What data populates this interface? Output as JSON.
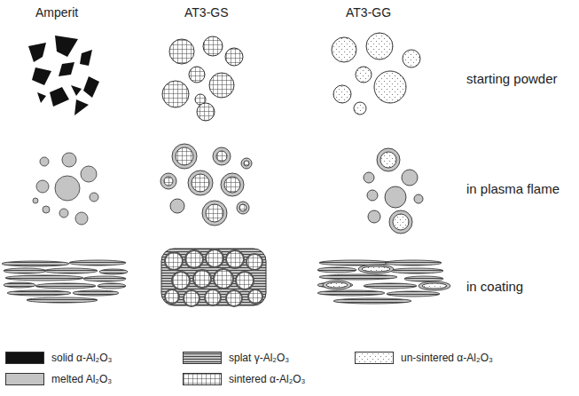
{
  "diagram": {
    "labels": [
      "Amperit",
      "AT3-GS",
      "AT3-GG",
      "starting powder",
      "in plasma flame",
      "in coating"
    ],
    "legend": [
      {
        "text": "solid α-Al₂O₃",
        "color": "#111111"
      },
      {
        "text": "splat γ-Al₂O₃"
      },
      {
        "text": "un-sintered α-Al₂O₃"
      },
      {
        "text": "melted Al₂O₃",
        "color": "#c4c4c4"
      },
      {
        "text": "sintered α-Al₂O₃"
      }
    ]
  }
}
